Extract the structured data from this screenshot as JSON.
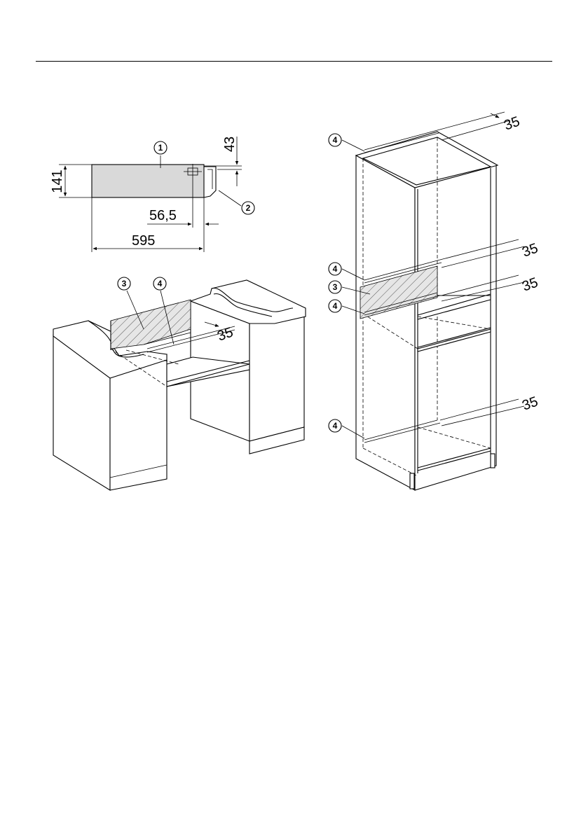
{
  "front_view": {
    "height_label": "141",
    "overhang_label": "43",
    "offset_label": "56,5",
    "width_label": "595",
    "callouts": [
      "1",
      "2"
    ]
  },
  "base_unit_view": {
    "callouts": [
      "3",
      "4"
    ],
    "depth_label": "35"
  },
  "tall_unit_view": {
    "callouts": [
      "4",
      "4",
      "3",
      "4",
      "4"
    ],
    "depth_labels": [
      "35",
      "35",
      "35",
      "35"
    ]
  },
  "colors": {
    "line": "#000000",
    "device_fill": "#d9d9d9",
    "cabinet_fill": "#ffffff"
  }
}
